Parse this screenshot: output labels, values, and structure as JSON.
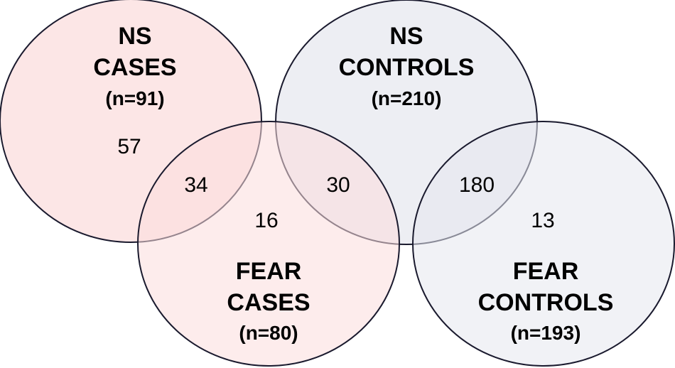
{
  "sets": [
    {
      "id": "ns-cases",
      "name_lines": [
        "NS",
        "CASES"
      ],
      "count": "(n=91)",
      "fill": "#fbdcdc"
    },
    {
      "id": "ns-controls",
      "name_lines": [
        "NS",
        "CONTROLS"
      ],
      "count": "(n=210)",
      "fill": "#e6e7ee"
    },
    {
      "id": "fear-cases",
      "name_lines": [
        "FEAR",
        "CASES"
      ],
      "count": "(n=80)",
      "fill": "#fbdcdc"
    },
    {
      "id": "fear-controls",
      "name_lines": [
        "FEAR",
        "CONTROLS"
      ],
      "count": "(n=193)",
      "fill": "#e6e7ee"
    }
  ],
  "regions": [
    {
      "id": "ns-cases-only",
      "label": "57"
    },
    {
      "id": "ns-cases-fear-cases",
      "label": "34"
    },
    {
      "id": "fear-cases-only",
      "label": "16"
    },
    {
      "id": "fear-cases-ns-controls",
      "label": "30"
    },
    {
      "id": "ns-controls-fear-controls",
      "label": "180"
    },
    {
      "id": "fear-controls-only",
      "label": "13"
    }
  ]
}
